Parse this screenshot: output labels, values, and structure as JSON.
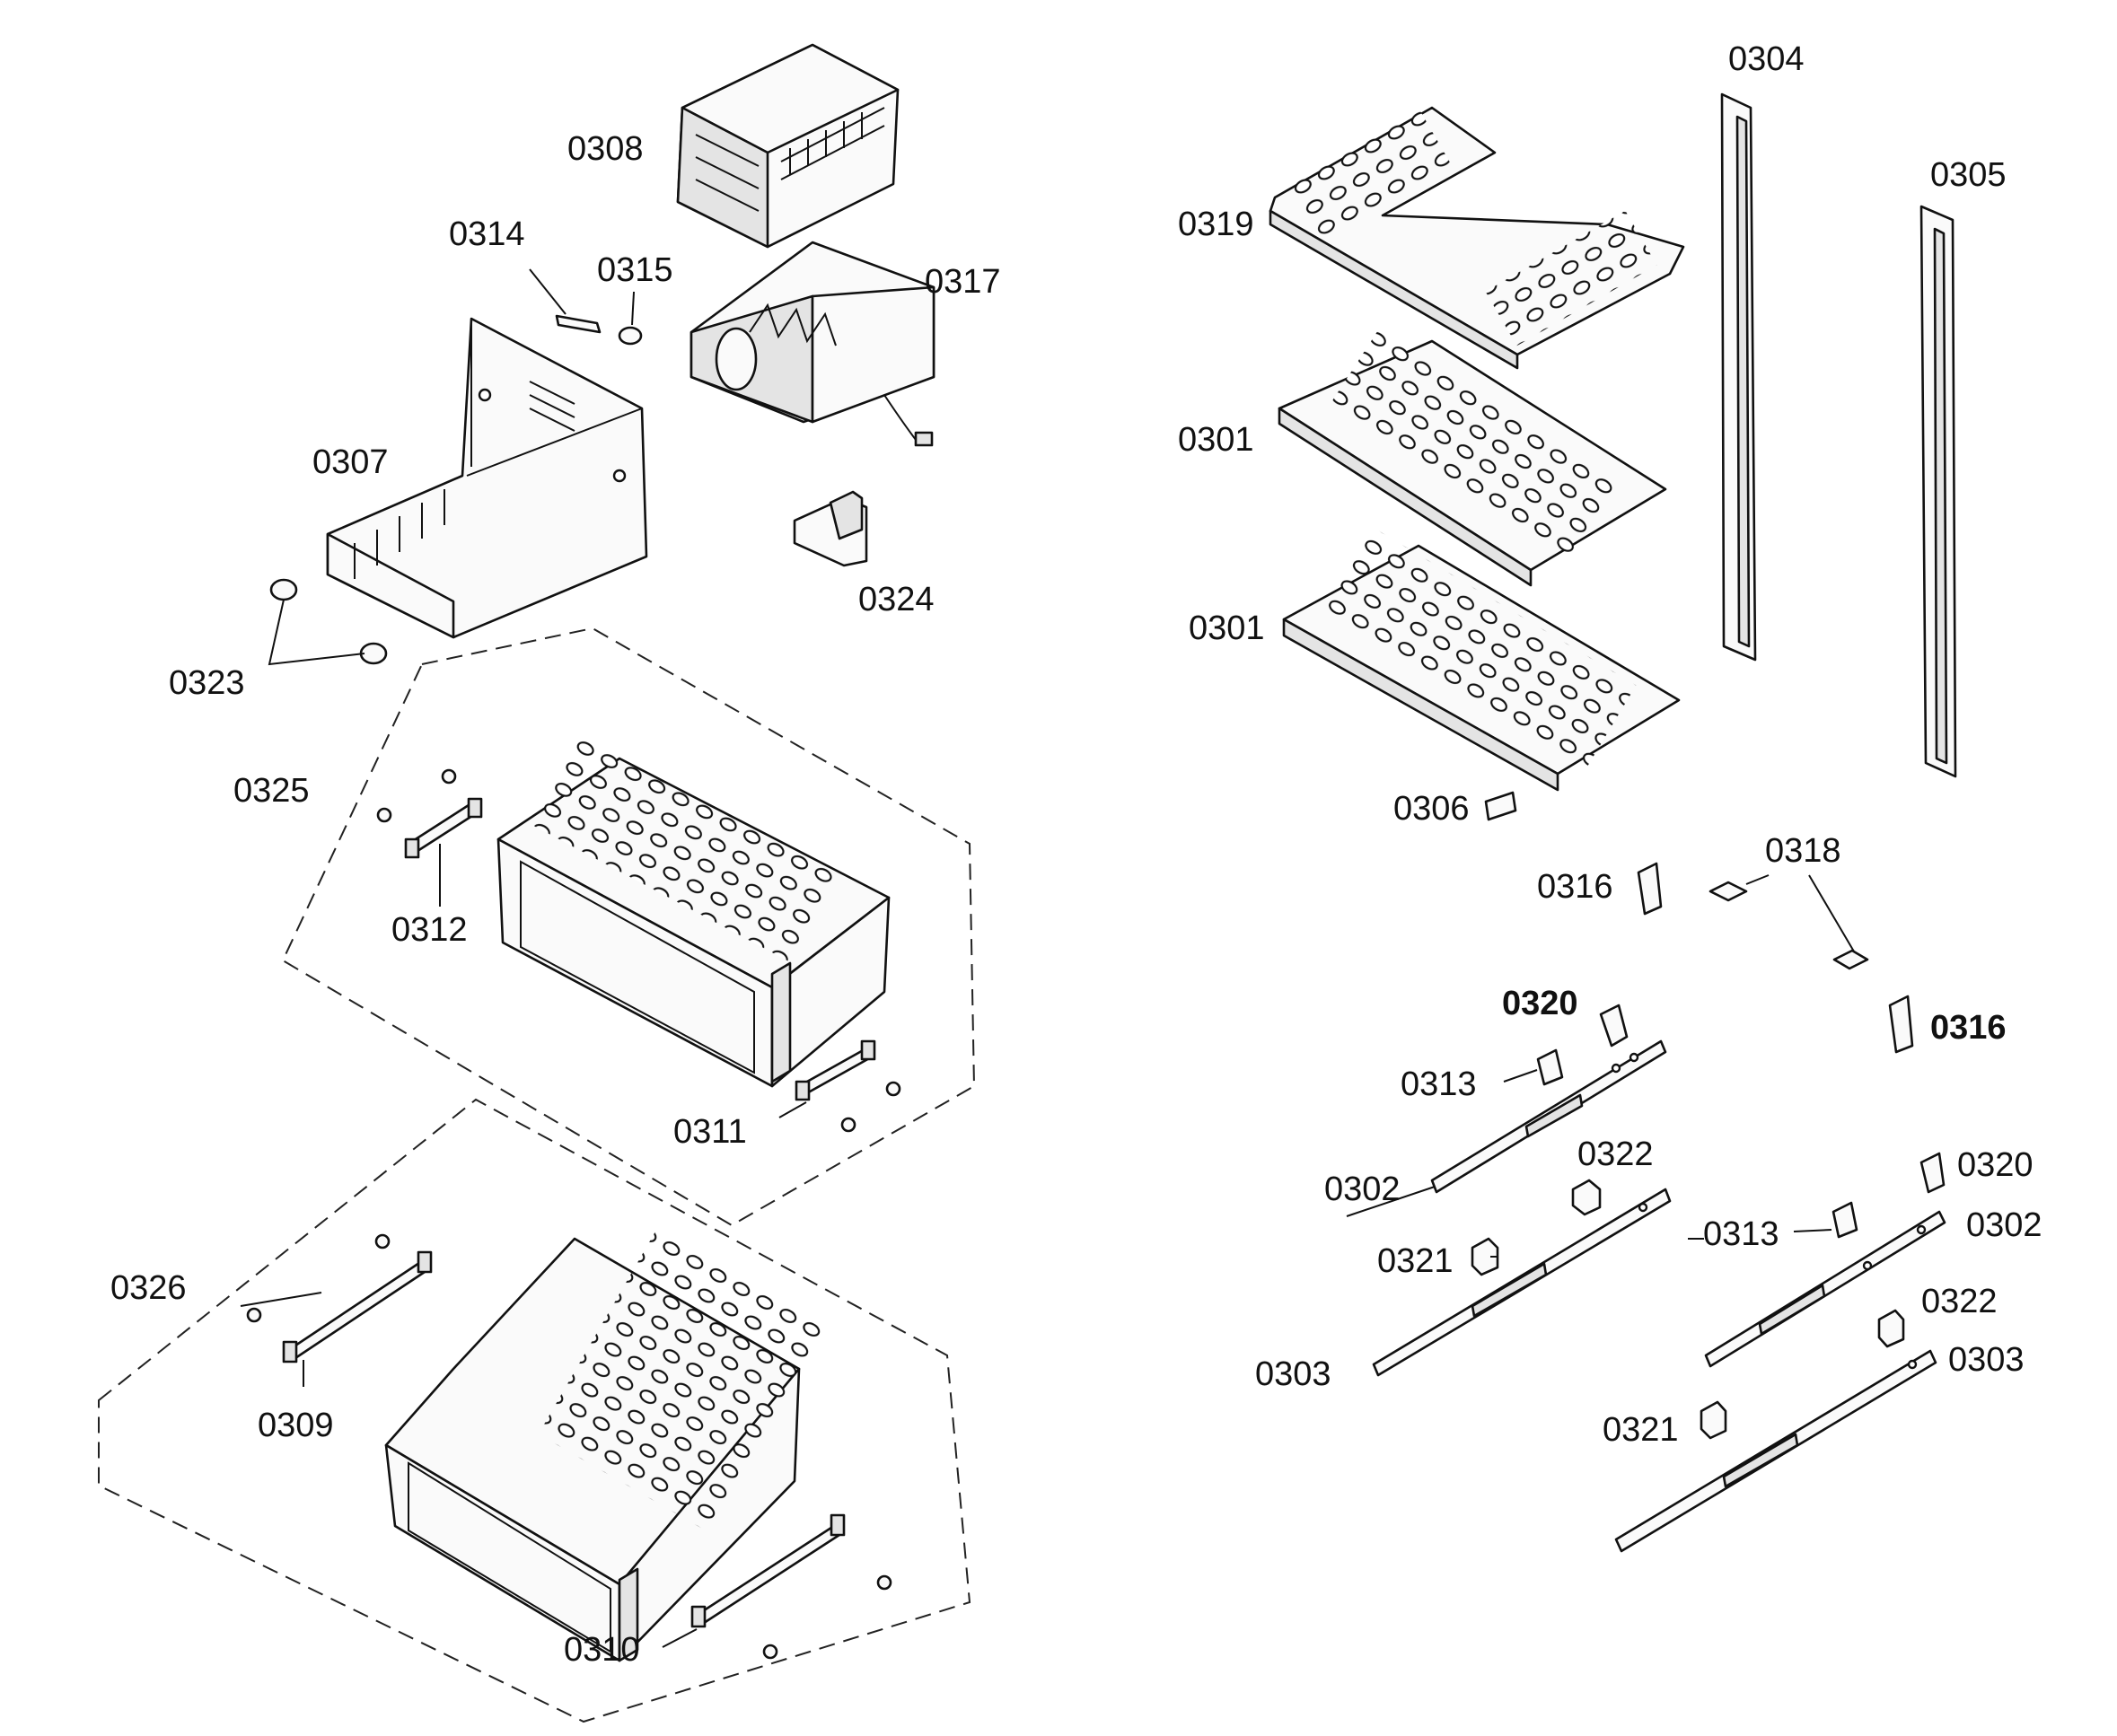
{
  "labels": {
    "p0304": "0304",
    "p0305": "0305",
    "p0308": "0308",
    "p0319": "0319",
    "p0314": "0314",
    "p0315": "0315",
    "p0317": "0317",
    "p0301a": "0301",
    "p0307": "0307",
    "p0301b": "0301",
    "p0324": "0324",
    "p0323": "0323",
    "p0325": "0325",
    "p0306": "0306",
    "p0318": "0318",
    "p0316a": "0316",
    "p0312": "0312",
    "p0320a": "0320",
    "p0316b": "0316",
    "p0313a": "0313",
    "p0311": "0311",
    "p0322a": "0322",
    "p0320b": "0320",
    "p0302a": "0302",
    "p0302b": "0302",
    "p0313b": "0313",
    "p0321a": "0321",
    "p0326": "0326",
    "p0322b": "0322",
    "p0303a": "0303",
    "p0303b": "0303",
    "p0309": "0309",
    "p0321b": "0321",
    "p0310": "0310"
  }
}
